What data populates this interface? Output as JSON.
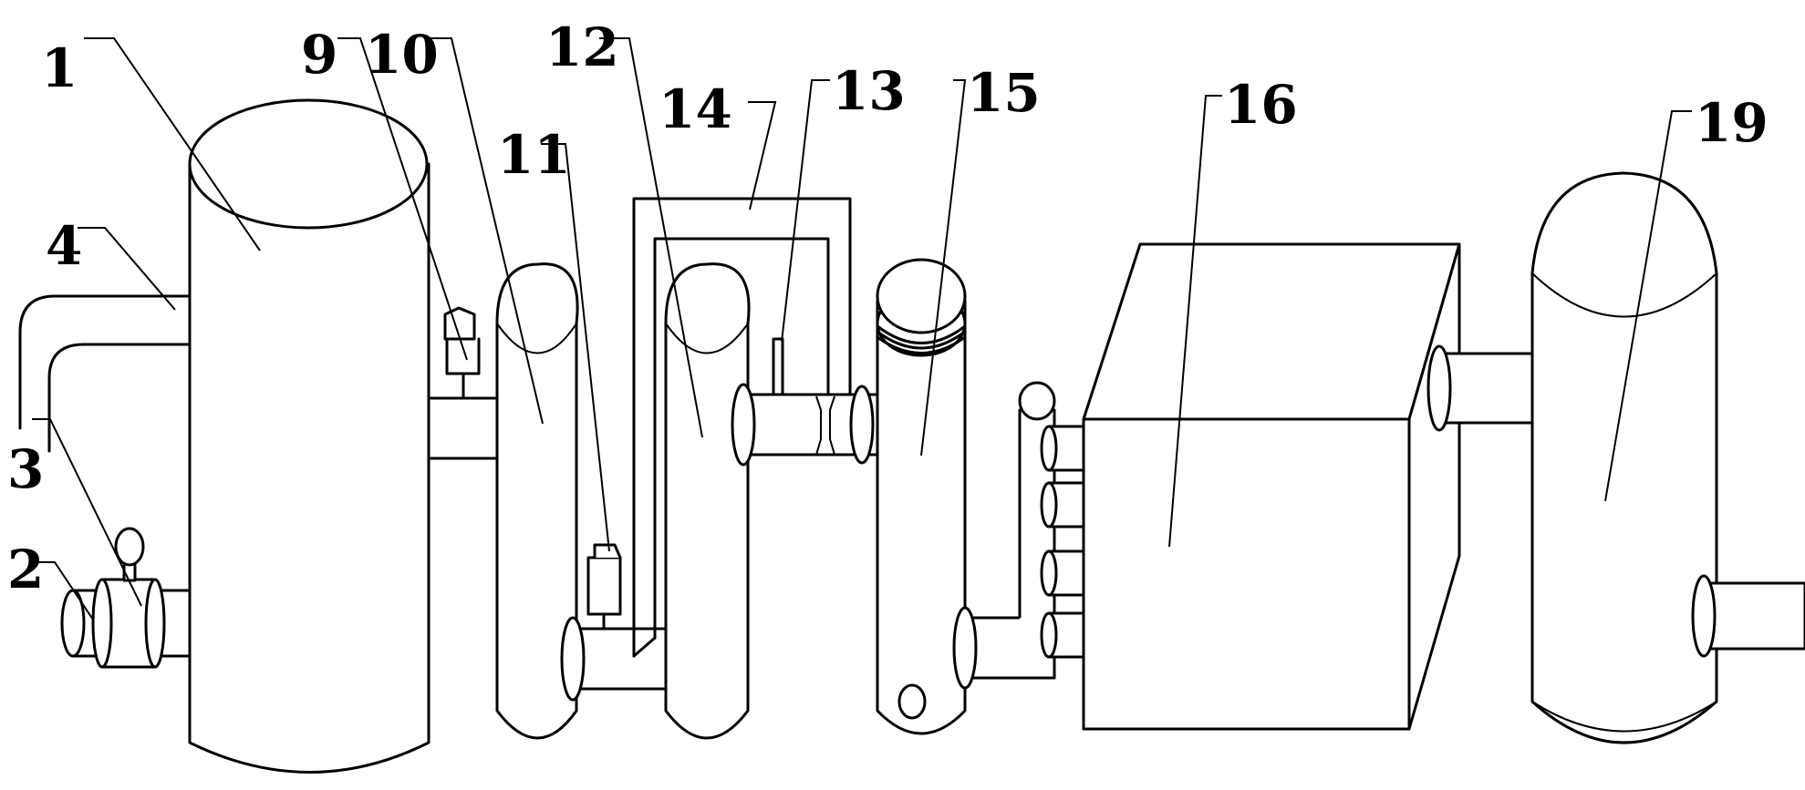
{
  "labels": {
    "l1": "1",
    "l2": "2",
    "l3": "3",
    "l4": "4",
    "l9": "9",
    "l10": "10",
    "l11": "11",
    "l12": "12",
    "l13": "13",
    "l14": "14",
    "l15": "15",
    "l16": "16",
    "l19": "19"
  }
}
